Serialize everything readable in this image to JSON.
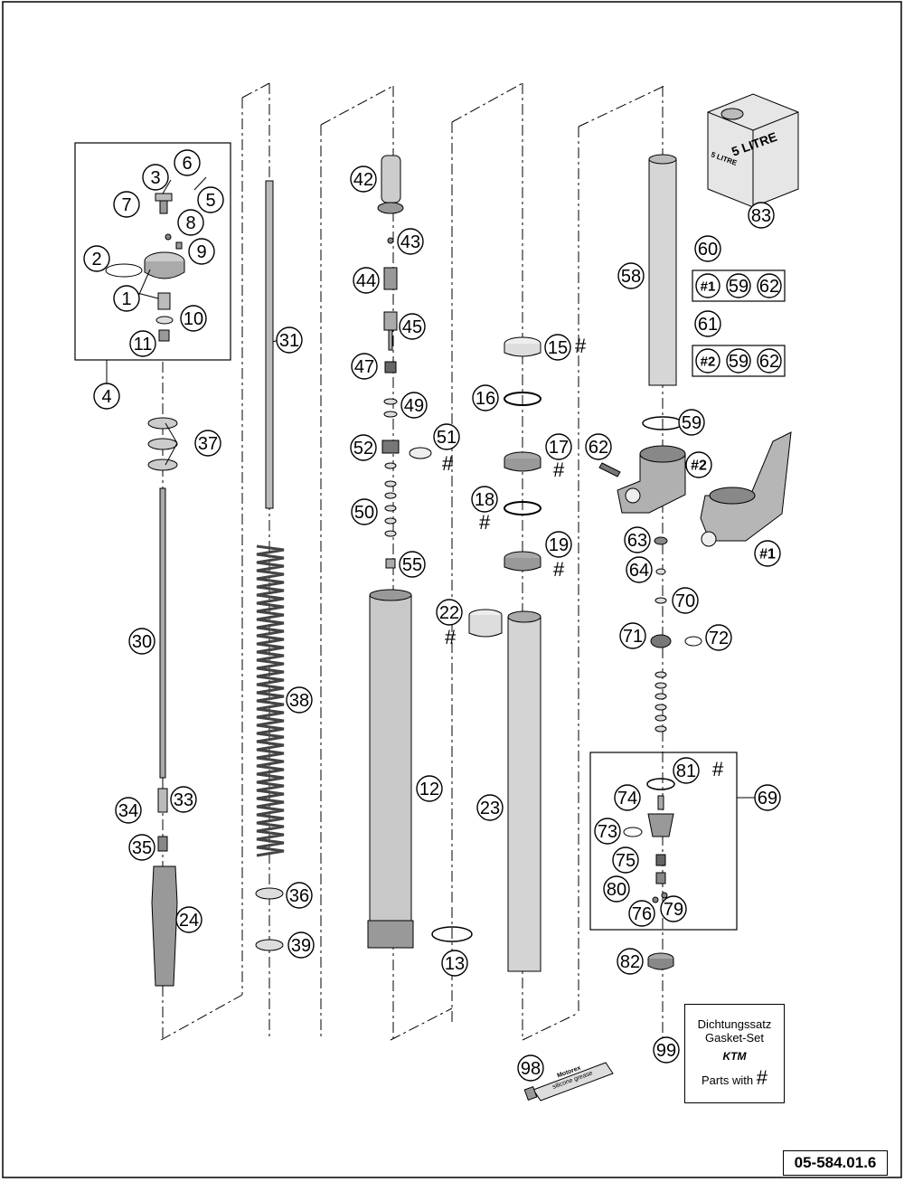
{
  "diagram": {
    "reference_code": "05-584.01.6",
    "jug_label": "5 LITRE",
    "jug_label_small": "5 LITRE",
    "tube_label_1": "Motorex",
    "tube_label_2": "silicone grease",
    "hash_symbol": "#",
    "gasket_set": {
      "line1": "Dichtungssatz",
      "line2": "Gasket-Set",
      "logo": "KTM",
      "line4": "Parts with"
    },
    "callouts": [
      "1",
      "2",
      "3",
      "4",
      "5",
      "6",
      "7",
      "8",
      "9",
      "10",
      "11",
      "12",
      "13",
      "15",
      "16",
      "17",
      "18",
      "19",
      "22",
      "23",
      "24",
      "30",
      "31",
      "33",
      "34",
      "35",
      "36",
      "37",
      "38",
      "39",
      "42",
      "43",
      "44",
      "45",
      "47",
      "49",
      "50",
      "51",
      "52",
      "55",
      "58",
      "59",
      "60",
      "61",
      "62",
      "63",
      "64",
      "69",
      "70",
      "71",
      "72",
      "73",
      "74",
      "75",
      "76",
      "79",
      "80",
      "81",
      "82",
      "83",
      "98",
      "99",
      "#1",
      "#2"
    ]
  }
}
